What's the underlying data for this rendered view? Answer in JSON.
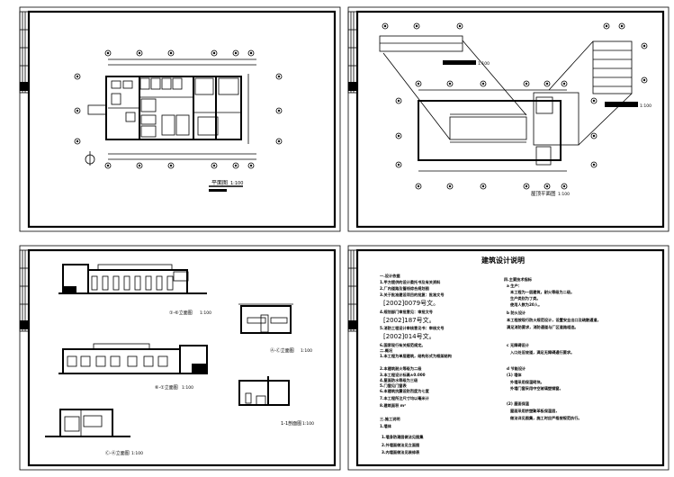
{
  "sheets": {
    "floor_plan": {
      "title": "平面图",
      "scale": "1:100"
    },
    "roof_plan": {
      "title": "屋顶平面图",
      "scale": "1:100",
      "detail1_scale": "1:100",
      "detail2_scale": "1:100"
    },
    "elevations": {
      "elev1": {
        "title": "①-⑥立面图",
        "scale": "1:100"
      },
      "elev2": {
        "title": "Ⓐ-Ⓒ立面图",
        "scale": "1:100"
      },
      "elev3": {
        "title": "⑥-①立面图",
        "scale": "1:100"
      },
      "elev4": {
        "title": "Ⓒ-Ⓐ立面图",
        "scale": "1:100"
      },
      "section": {
        "title": "1-1剖面图",
        "scale": "1:100"
      }
    },
    "notes": {
      "title": "建筑设计说明",
      "left": [
        "一.设计依据",
        "1.甲方提供的设计委托书及有关资料",
        "2.厂内道路及管线综合规划图",
        "3.关于批准建设项目的批复：批准文号",
        "[2002]0079号文。",
        "4.规划部门审批意见：审批文号",
        "[2002]187号文。",
        "5.消防工程设计审核意见书：审核文号",
        "[2002]014号文。",
        "6.国家现行有关规范规定。",
        "二.概况",
        "1.本工程为单层建筑，结构形式为框架结构",
        "2.本建筑耐火等级为二级",
        "3.本工程设计标高±0.000",
        "4.屋面防水等级为三级",
        "5.门窗见门窗表",
        "6.本建筑抗震设防烈度为七度",
        "7.本工程所注尺寸均以毫米计",
        "8.建筑面积 m²",
        "三.施工说明",
        "1.墙体",
        "1.墙身防潮层做法见图集",
        "2.外墙面做法见立面图",
        "3.内墙面做法见装修表"
      ],
      "right": [
        "四.主要技术指标",
        "a 生产：",
        "本工程为一层建筑，耐火等级为二级。",
        "生产类别为丁类。",
        "使用人数为20人。",
        "b 防火设计",
        "本工程按现行防火规范设计，设置安全出口及疏散通道，",
        "满足消防要求，消防通道与厂区道路相连。",
        "c 无障碍设计",
        "入口处设坡道，满足无障碍通行要求。",
        "d 节能设计",
        "(1) 墙体",
        "外墙采用保温砌块。",
        "外墙门窗采用中空玻璃塑钢窗。",
        "(2) 屋面保温",
        "屋面采用挤塑聚苯板保温层，",
        "做法详见图集，施工时应严格按规范执行。"
      ]
    }
  }
}
